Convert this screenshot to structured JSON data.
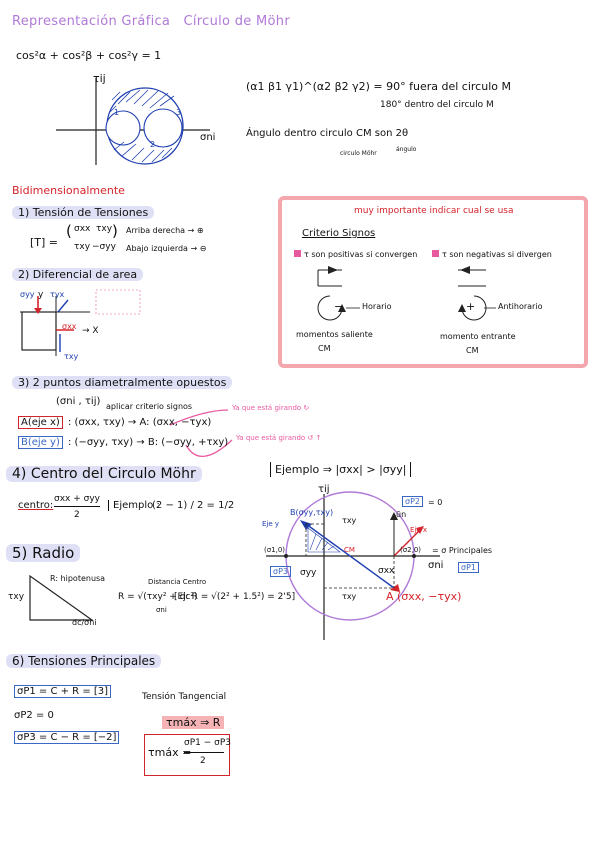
{
  "header": {
    "title_a": "Representación Gráfica",
    "title_b": "Círculo de Möhr"
  },
  "intro": {
    "formula": "cos²α + cos²β + cos²γ = 1",
    "axis_tau": "τij",
    "axis_sigma": "σni",
    "band_label1": "1",
    "band_label2": "2",
    "band_label3": "3",
    "note_line1": "(α1 β1 γ1)^(α2 β2 γ2) = 90° fuera del circulo M",
    "note_line2": "180° dentro del circulo M",
    "note_line3": "Ángulo dentro circulo CM son 2θ",
    "note_sub1": "circulo Möhr",
    "note_sub2": "ángulo"
  },
  "bidim": {
    "heading": "Bidimensionalmente",
    "s1": "1) Tensión de Tensiones",
    "matrix_label": "[T] =",
    "m11": "σxx",
    "m12": "τxy",
    "m21": "τxy",
    "m22": "−σyy",
    "arr_note1": "Arriba derecha → ⊕",
    "arr_note2": "Abajo izquierda → ⊖",
    "s2": "2) Diferencial de area",
    "da_sy": "σyy",
    "da_tyx": "τyx",
    "da_sx": "σxx",
    "da_x": "→ X",
    "da_txy": "τxy",
    "da_y": "y",
    "s3": "3) 2 puntos diametralmente opuestos",
    "p3_pair": "(σni , τij)",
    "p3_note": "aplicar criterio signos",
    "pa_label": "A(eje x)",
    "pa_expr": ": (σxx, τxy) → A: (σxx, −τyx)",
    "pb_label": "B(eje y)",
    "pb_expr": ": (−σyy, τxy) → B: (−σyy, +τxy)",
    "pink_note1": "Ya que está girando ↻",
    "pink_note2": "Ya que está girando ↺ ↑",
    "s4": "4) Centro del Circulo Möhr",
    "centro_label": "centro:",
    "centro_num": "σxx + σyy",
    "centro_den": "2",
    "ej_centro_label": "Ejemplo :",
    "ej_centro_expr": "(2 − 1) / 2 = 1/2",
    "s5": "5) Radio",
    "hip_label": "R: hipotenusa",
    "tri_tau": "τxy",
    "tri_dc": "dc/σni",
    "dist_label": "Distancia Centro",
    "radio_expr": "R = √(τxy² + dc²)",
    "radio_sub": "σni",
    "radio_ej": "[Ej: R = √(2² + 1.5²) = 2'5]",
    "s6": "6) Tensiones Principales",
    "p1": "σP1 = C + R = [3]",
    "p2": "σP2 = 0",
    "p3": "σP3 = C − R = [−2]",
    "tang_title": "Tensión Tangencial",
    "tmax_eq": "τmáx ⇒ R",
    "tmax_frac_left": "τmáx =",
    "tmax_num": "σP1 − σP3",
    "tmax_den": "2"
  },
  "criterio": {
    "banner": "muy importante indicar cual se usa",
    "title": "Criterio Signos",
    "pos": "τ son positivas si convergen",
    "neg": "τ son negativas si divergen",
    "left_rot": "Horario",
    "right_rot": "Antihorario",
    "left_moment": "momentos saliente",
    "left_cm": "CM",
    "right_moment": "momento entrante",
    "right_cm": "CM",
    "minus": "−",
    "plus": "+"
  },
  "mohr": {
    "example_title": "Ejemplo ⇒ |σxx| > |σyy|",
    "tau_axis": "τij",
    "sigma_axis": "σni",
    "point_b": "B(σyy,τxy)",
    "point_a": "A (σxx, −τyx)",
    "eje_y": "Eje y",
    "eje_x": "Eje x",
    "u_label": "ūn",
    "cm_label": "CM",
    "txy_top": "τxy",
    "txy_bot": "τxy",
    "syy": "σyy",
    "sxx": "σxx",
    "left_pt": "(σ1,0)",
    "right_pt": "(σ2,0)",
    "principales": "= σ Principales",
    "sp2_box": "σP2",
    "sp2_eq": "= 0",
    "sp3_box": "σP3",
    "sp1_box": "σP1"
  },
  "colors": {
    "title": "#b07ad8",
    "accent_box": "#f3a6ab",
    "highlight": "#dfe0f5",
    "red": "#d4242b",
    "blue": "#1f3fb0"
  }
}
